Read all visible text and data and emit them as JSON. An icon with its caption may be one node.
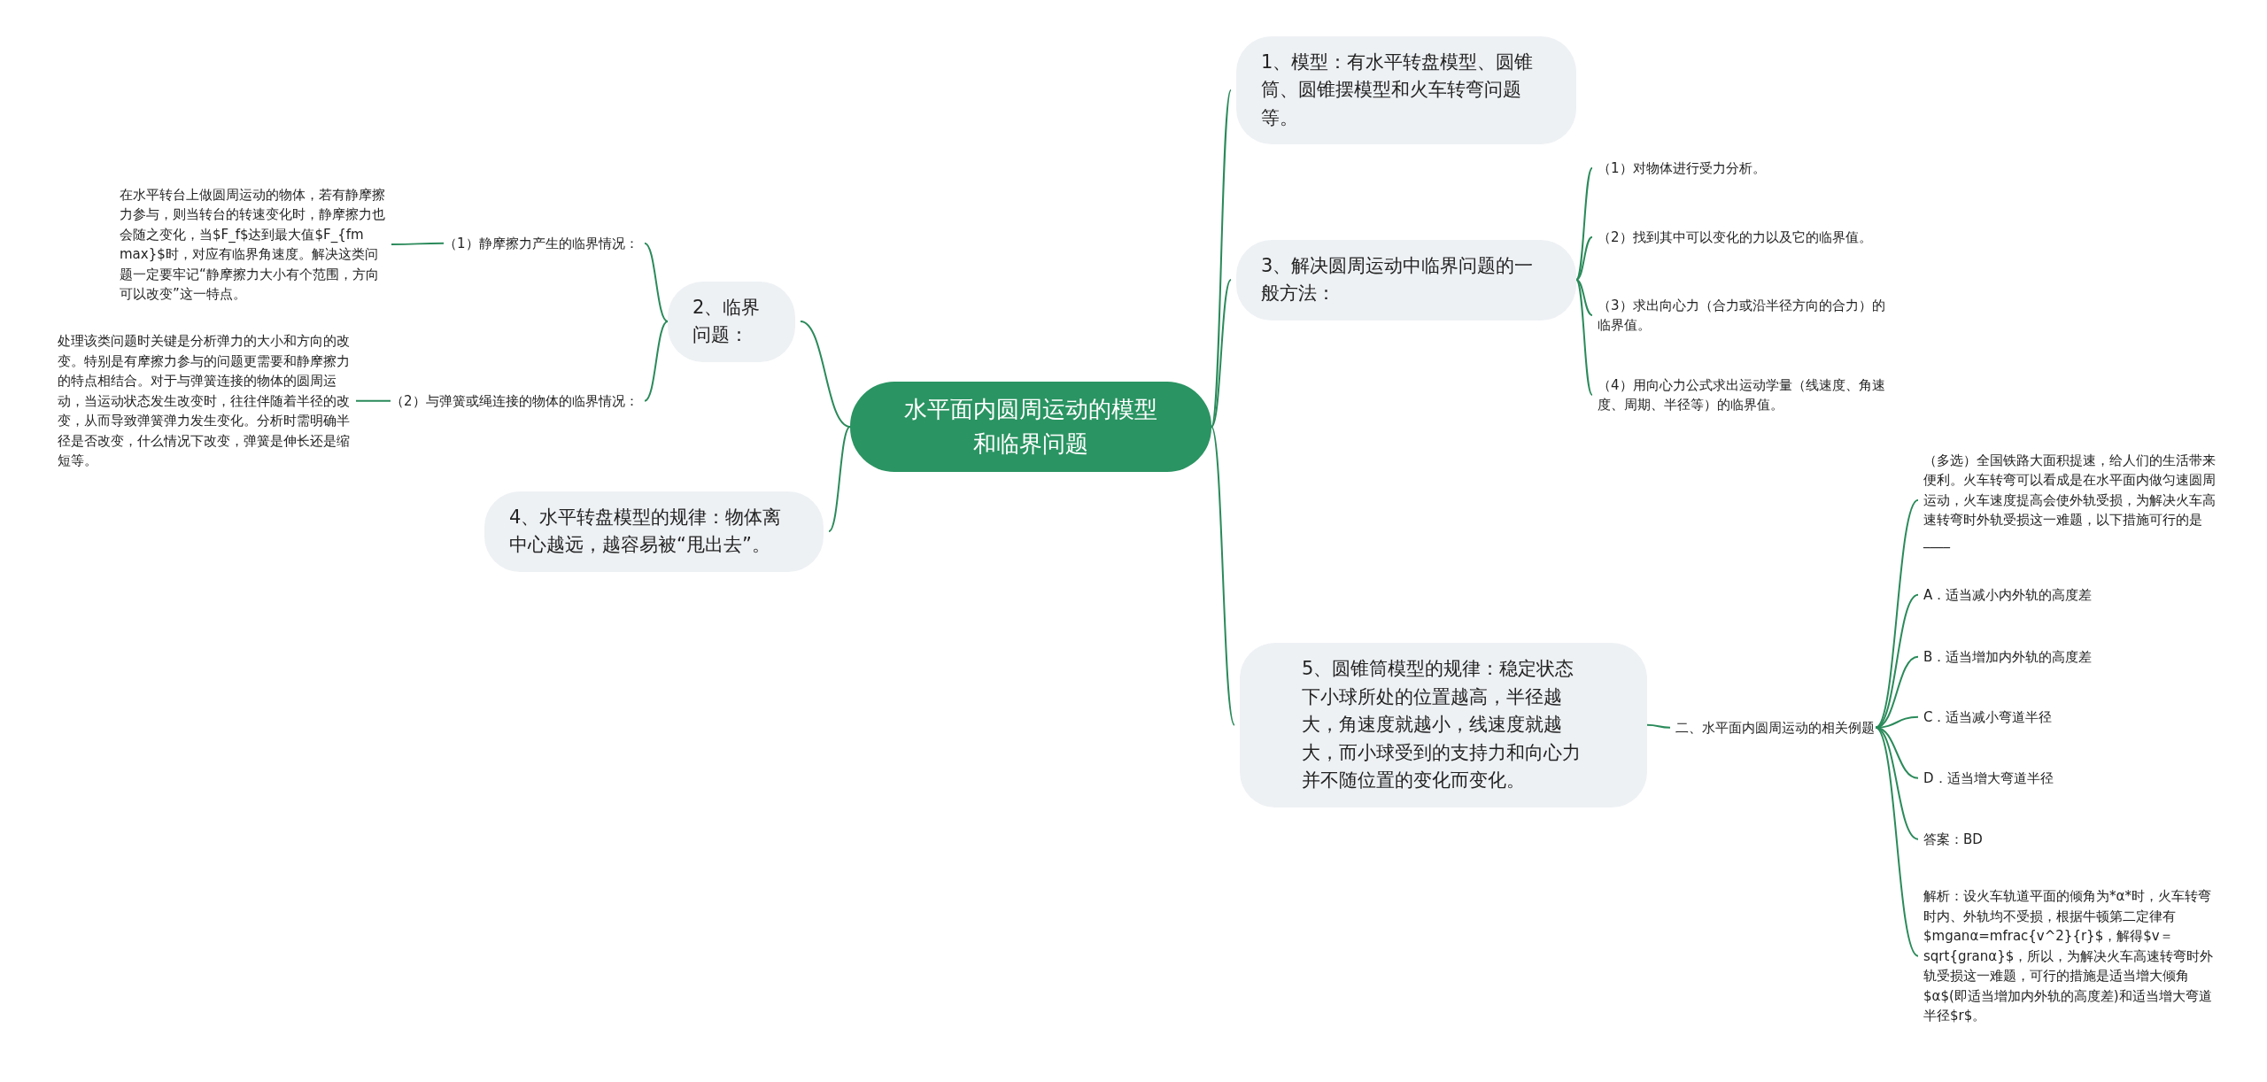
{
  "diagram": {
    "nodes": [
      {
        "text": [
          "水平面内圆周运动的模型和临界问题"
        ]
      },
      {
        "text": [
          "1、模型：有水平转盘模型、圆锥筒、圆锥摆模型和火车转弯问题等。"
        ]
      },
      {
        "text": [
          "3、解决圆周运动中临界问题的一般方法："
        ]
      },
      {
        "text": [
          "（1）对物体进行受力分析。"
        ]
      },
      {
        "text": [
          "（2）找到其中可以变化的力以及它的临界值。"
        ]
      },
      {
        "text": [
          "（3）求出向心力（合力或沿半径方向的合力）的临界值。"
        ]
      },
      {
        "text": [
          "（4）用向心力公式求出运动学量（线速度、角速度、周期、半径等）的临界值。"
        ]
      },
      {
        "text": [
          "2、临界问题："
        ]
      },
      {
        "text": [
          "（1）静摩擦力产生的临界情况："
        ]
      },
      {
        "text": [
          "在水平转台上做圆周运动的物体，若有静摩擦力参与，则当转台的转速变化时，静摩擦力也会随之变化，当$F_f$达到最大值$F_{fm max}$时，对应有临界角速度。解决这类问题一定要牢记“静摩擦力大小有个范围，方向可以改变”这一特点。"
        ]
      },
      {
        "text": [
          "（2）与弹簧或绳连接的物体的临界情况："
        ]
      },
      {
        "text": [
          "处理该类问题时关键是分析弹力的大小和方向的改变。特别是有摩擦力参与的问题更需要和静摩擦力的特点相结合。对于与弹簧连接的物体的圆周运动，当运动状态发生改变时，往往伴随着半径的改变，从而导致弹簧弹力发生变化。分析时需明确半径是否改变，什么情况下改变，弹簧是伸长还是缩短等。"
        ]
      },
      {
        "text": [
          "4、水平转盘模型的规律：物体离中心越远，越容易被“甩出去”。"
        ]
      },
      {
        "text": [
          "5、圆锥筒模型的规律：稳定状态下小球所处的位置越高，半径越大，角速度就越小，线速度就越大，而小球受到的支持力和向心力并不随位置的变化而变化。"
        ]
      },
      {
        "text": [
          "二、水平面内圆周运动的相关例题"
        ]
      },
      {
        "text": [
          "（多选）全国铁路大面积提速，给人们的生活带来便利。火车转弯可以看成是在水平面内做匀速圆周运动，火车速度提高会使外轨受损，为解决火车高速转弯时外轨受损这一难题，以下措施可行的是____"
        ]
      },
      {
        "text": [
          "A．适当减小内外轨的高度差"
        ]
      },
      {
        "text": [
          "B．适当增加内外轨的高度差"
        ]
      },
      {
        "text": [
          "C．适当减小弯道半径"
        ]
      },
      {
        "text": [
          "D．适当增大弯道半径"
        ]
      },
      {
        "text": [
          "答案：BD"
        ]
      },
      {
        "text": [
          "解析：设火车轨道平面的倾角为*α*时，火车转弯时内、外轨均不受损，根据牛顿第二定律有$mganα=mfrac{v^2}{r}$，解得$v＝sqrt{granα}$，所以，为解决火车高速转弯时外轨受损这一难题，可行的措施是适当增大倾角$α$(即适当增加内外轨的高度差)和适当增大弯道半径$r$。"
        ]
      }
    ],
    "edges": [
      {
        "from": 0,
        "to": 1,
        "arrow": "none"
      },
      {
        "from": 0,
        "to": 2,
        "arrow": "none"
      },
      {
        "from": 2,
        "to": 3,
        "arrow": "none"
      },
      {
        "from": 2,
        "to": 4,
        "arrow": "none"
      },
      {
        "from": 2,
        "to": 5,
        "arrow": "none"
      },
      {
        "from": 2,
        "to": 6,
        "arrow": "none"
      },
      {
        "from": 0,
        "to": 7,
        "arrow": "none"
      },
      {
        "from": 7,
        "to": 8,
        "arrow": "none"
      },
      {
        "from": 8,
        "to": 9,
        "arrow": "none"
      },
      {
        "from": 7,
        "to": 10,
        "arrow": "none"
      },
      {
        "from": 10,
        "to": 11,
        "arrow": "none"
      },
      {
        "from": 0,
        "to": 12,
        "arrow": "none"
      },
      {
        "from": 0,
        "to": 13,
        "arrow": "none"
      },
      {
        "from": 13,
        "to": 14,
        "arrow": "none"
      },
      {
        "from": 14,
        "to": 15,
        "arrow": "none"
      },
      {
        "from": 14,
        "to": 16,
        "arrow": "none"
      },
      {
        "from": 14,
        "to": 17,
        "arrow": "none"
      },
      {
        "from": 14,
        "to": 18,
        "arrow": "none"
      },
      {
        "from": 14,
        "to": 19,
        "arrow": "none"
      },
      {
        "from": 14,
        "to": 20,
        "arrow": "none"
      },
      {
        "from": 14,
        "to": 21,
        "arrow": "none"
      }
    ]
  }
}
